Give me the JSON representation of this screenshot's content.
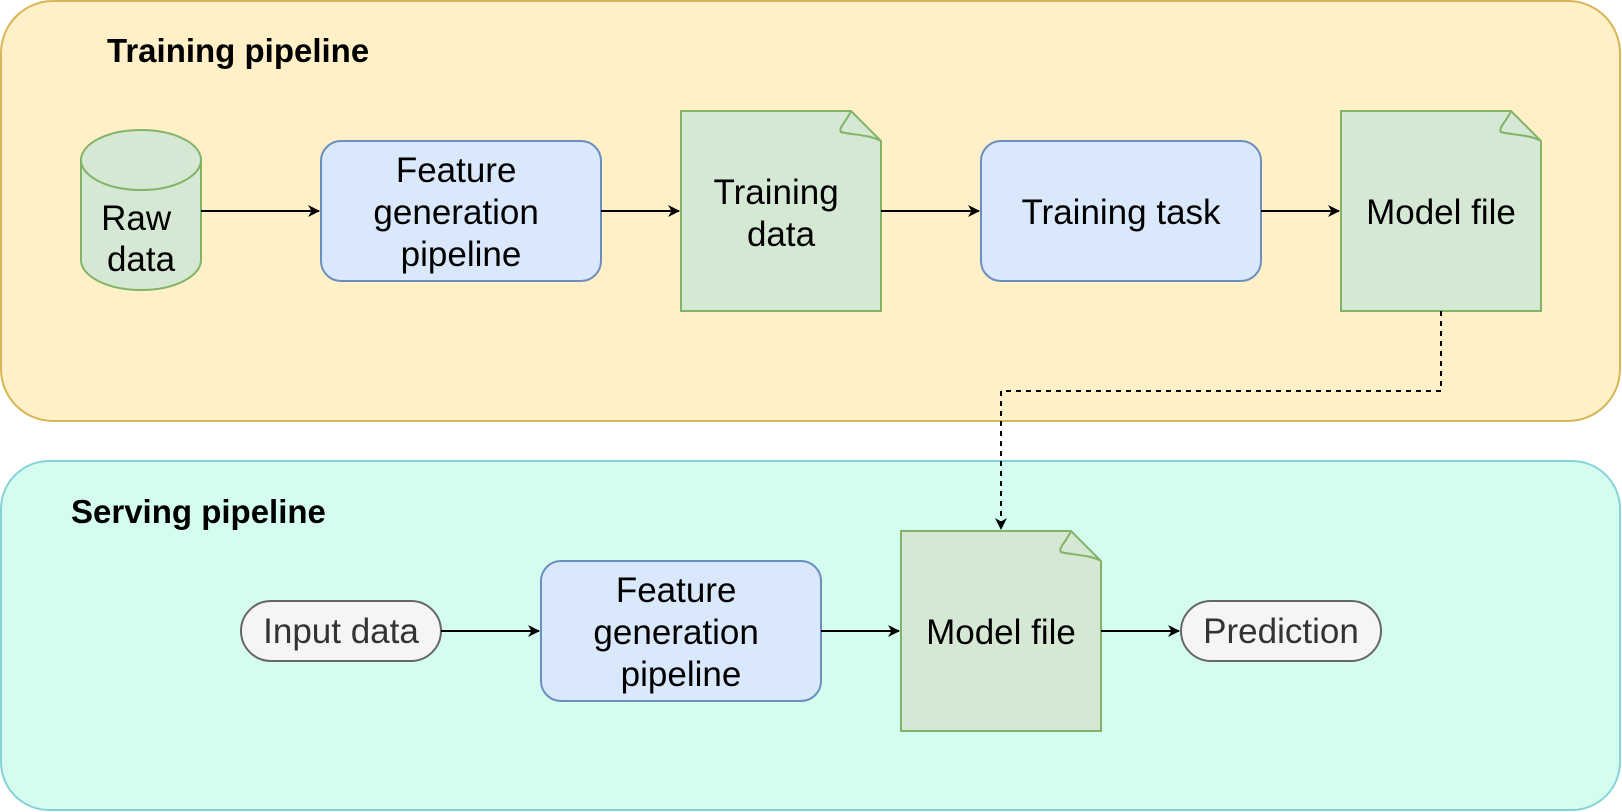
{
  "colors": {
    "training_panel_fill": "#fff0c8",
    "training_panel_stroke": "#d6b656",
    "serving_panel_fill": "#d4fdf0",
    "serving_panel_stroke": "#86d3d6",
    "process_fill": "#dae8fc",
    "process_stroke": "#6c8ebf",
    "data_fill": "#d5e8d4",
    "data_stroke": "#82b366",
    "terminal_fill": "#f5f5f5",
    "terminal_stroke": "#666666"
  },
  "training_pipeline": {
    "title": "Training pipeline",
    "raw_data": {
      "lines": [
        "Raw",
        "data"
      ],
      "icon": "database-icon"
    },
    "feature_generation": {
      "lines": [
        "Feature",
        "generation",
        "pipeline"
      ]
    },
    "training_data": {
      "lines": [
        "Training",
        "data"
      ],
      "icon": "document-icon"
    },
    "training_task": {
      "lines": [
        "Training task"
      ]
    },
    "model_file": {
      "lines": [
        "Model file"
      ],
      "icon": "document-icon"
    }
  },
  "serving_pipeline": {
    "title": "Serving pipeline",
    "input_data": {
      "lines": [
        "Input data"
      ]
    },
    "feature_generation": {
      "lines": [
        "Feature",
        "generation",
        "pipeline"
      ]
    },
    "model_file": {
      "lines": [
        "Model file"
      ],
      "icon": "document-icon"
    },
    "prediction": {
      "lines": [
        "Prediction"
      ]
    }
  }
}
